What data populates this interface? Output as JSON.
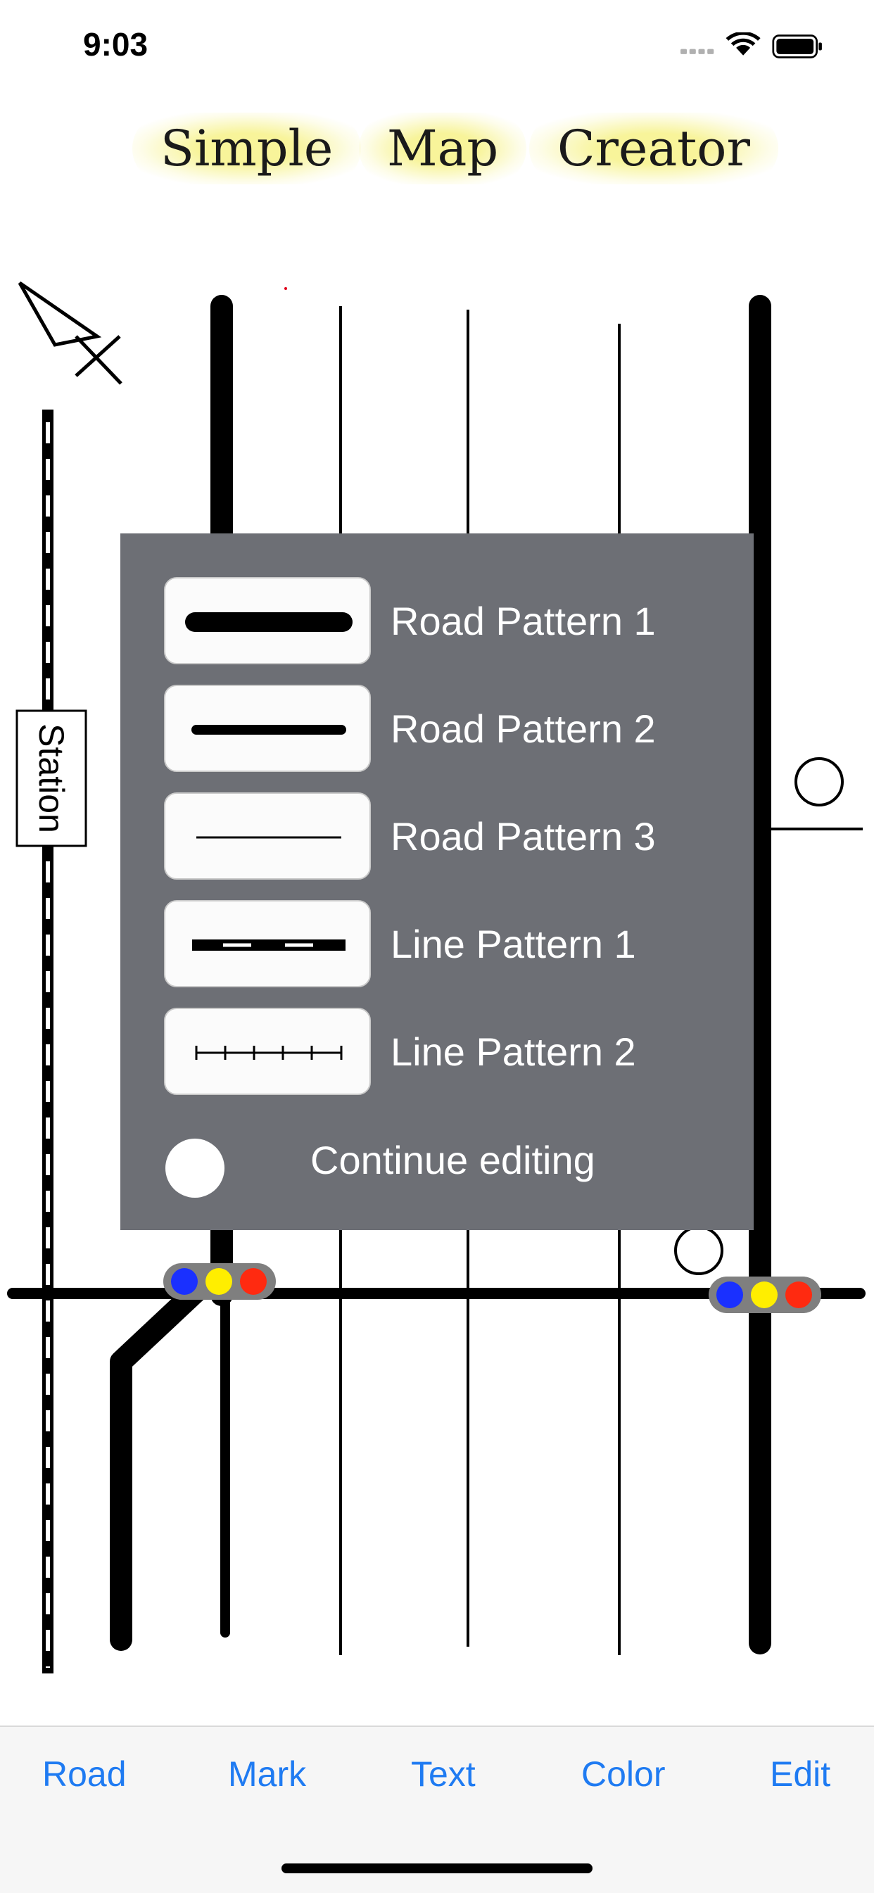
{
  "status_bar": {
    "time": "9:03"
  },
  "title": {
    "word1": "Simple",
    "word2": "Map",
    "word3": "Creator"
  },
  "map": {
    "station_label": "Station"
  },
  "menu": {
    "items": [
      {
        "label": "Road Pattern 1",
        "pattern": "thick-road"
      },
      {
        "label": "Road Pattern 2",
        "pattern": "medium-road"
      },
      {
        "label": "Road Pattern 3",
        "pattern": "thin-road"
      },
      {
        "label": "Line Pattern 1",
        "pattern": "railway-dash"
      },
      {
        "label": "Line Pattern 2",
        "pattern": "tick-line"
      }
    ],
    "continue_label": "Continue editing"
  },
  "tabbar": {
    "road": "Road",
    "mark": "Mark",
    "text": "Text",
    "color": "Color",
    "edit": "Edit"
  },
  "colors": {
    "accent": "#1f7bf2",
    "overlay": "#6d6f75",
    "signal_blue": "#1a30ff",
    "signal_yellow": "#ffee00",
    "signal_red": "#ff2a10"
  }
}
